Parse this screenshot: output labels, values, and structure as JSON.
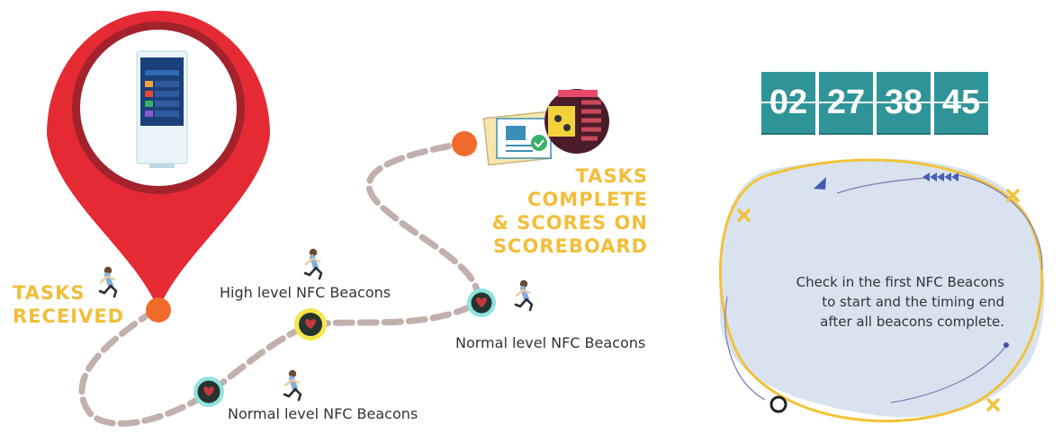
{
  "labels": {
    "tasks_received_line1": "TASKS",
    "tasks_received_line2": "RECEIVED",
    "tasks_complete_line1": "TASKS COMPLETE",
    "tasks_complete_line2": "& SCORES ON",
    "tasks_complete_line3": "SCOREBOARD",
    "high_level": "High level NFC Beacons",
    "normal_level_right": "Normal level NFC Beacons",
    "normal_level_bottom": "Normal level NFC Beacons"
  },
  "timer": {
    "d1": "02",
    "d2": "27",
    "d3": "38",
    "d4": "45"
  },
  "description": {
    "line1": "Check in the first NFC Beacons",
    "line2": "to start and the timing end",
    "line3": "after all beacons complete."
  },
  "colors": {
    "pin_red": "#e52a34",
    "path": "#c2b0ad",
    "accent_yellow": "#f2be3a",
    "timer_teal": "#2f9497",
    "blob": "#d9e3f0",
    "start_dot": "#f06a2c"
  },
  "icons": {
    "pin": "map-pin-icon",
    "kiosk": "kiosk-screen-icon",
    "runner": "runner-icon",
    "beacon": "heart-beacon-icon",
    "task": "task-map-icon",
    "scoreboard": "scoreboard-icon"
  }
}
